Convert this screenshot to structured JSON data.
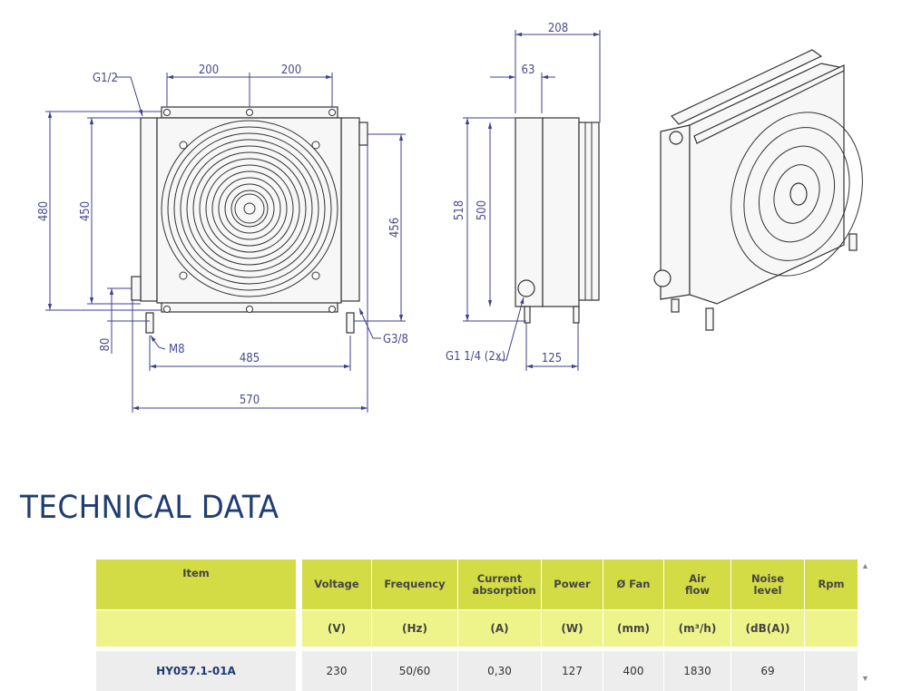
{
  "drawing": {
    "front": {
      "dim_top_left": "200",
      "dim_top_right": "200",
      "thread_top": "G1/2",
      "dim_height_total": "480",
      "dim_height_core": "450",
      "dim_height_right": "456",
      "dim_80": "80",
      "thread_mount": "M8",
      "thread_bottom": "G3/8",
      "dim_485": "485",
      "dim_570": "570"
    },
    "side": {
      "dim_208": "208",
      "dim_63": "63",
      "dim_518": "518",
      "dim_500": "500",
      "thread_port": "G1 1/4 (2x)",
      "dim_125": "125"
    }
  },
  "section_title": "TECHNICAL DATA",
  "table": {
    "headers": [
      "Item",
      "Voltage",
      "Frequency",
      "Current absorption",
      "Power",
      "Ø Fan",
      "Air flow",
      "Noise level",
      "Rpm"
    ],
    "units": [
      "",
      "(V)",
      "(Hz)",
      "(A)",
      "(W)",
      "(mm)",
      "(m³/h)",
      "(dB(A))",
      ""
    ],
    "rows": [
      [
        "HY057.1-01A",
        "230",
        "50/60",
        "0,30",
        "127",
        "400",
        "1830",
        "69",
        ""
      ]
    ]
  },
  "colors": {
    "header": "#d3db45",
    "units": "#eff48a",
    "row": "#ededed",
    "title": "#1f3d73",
    "dimension": "#3f3f8f"
  }
}
